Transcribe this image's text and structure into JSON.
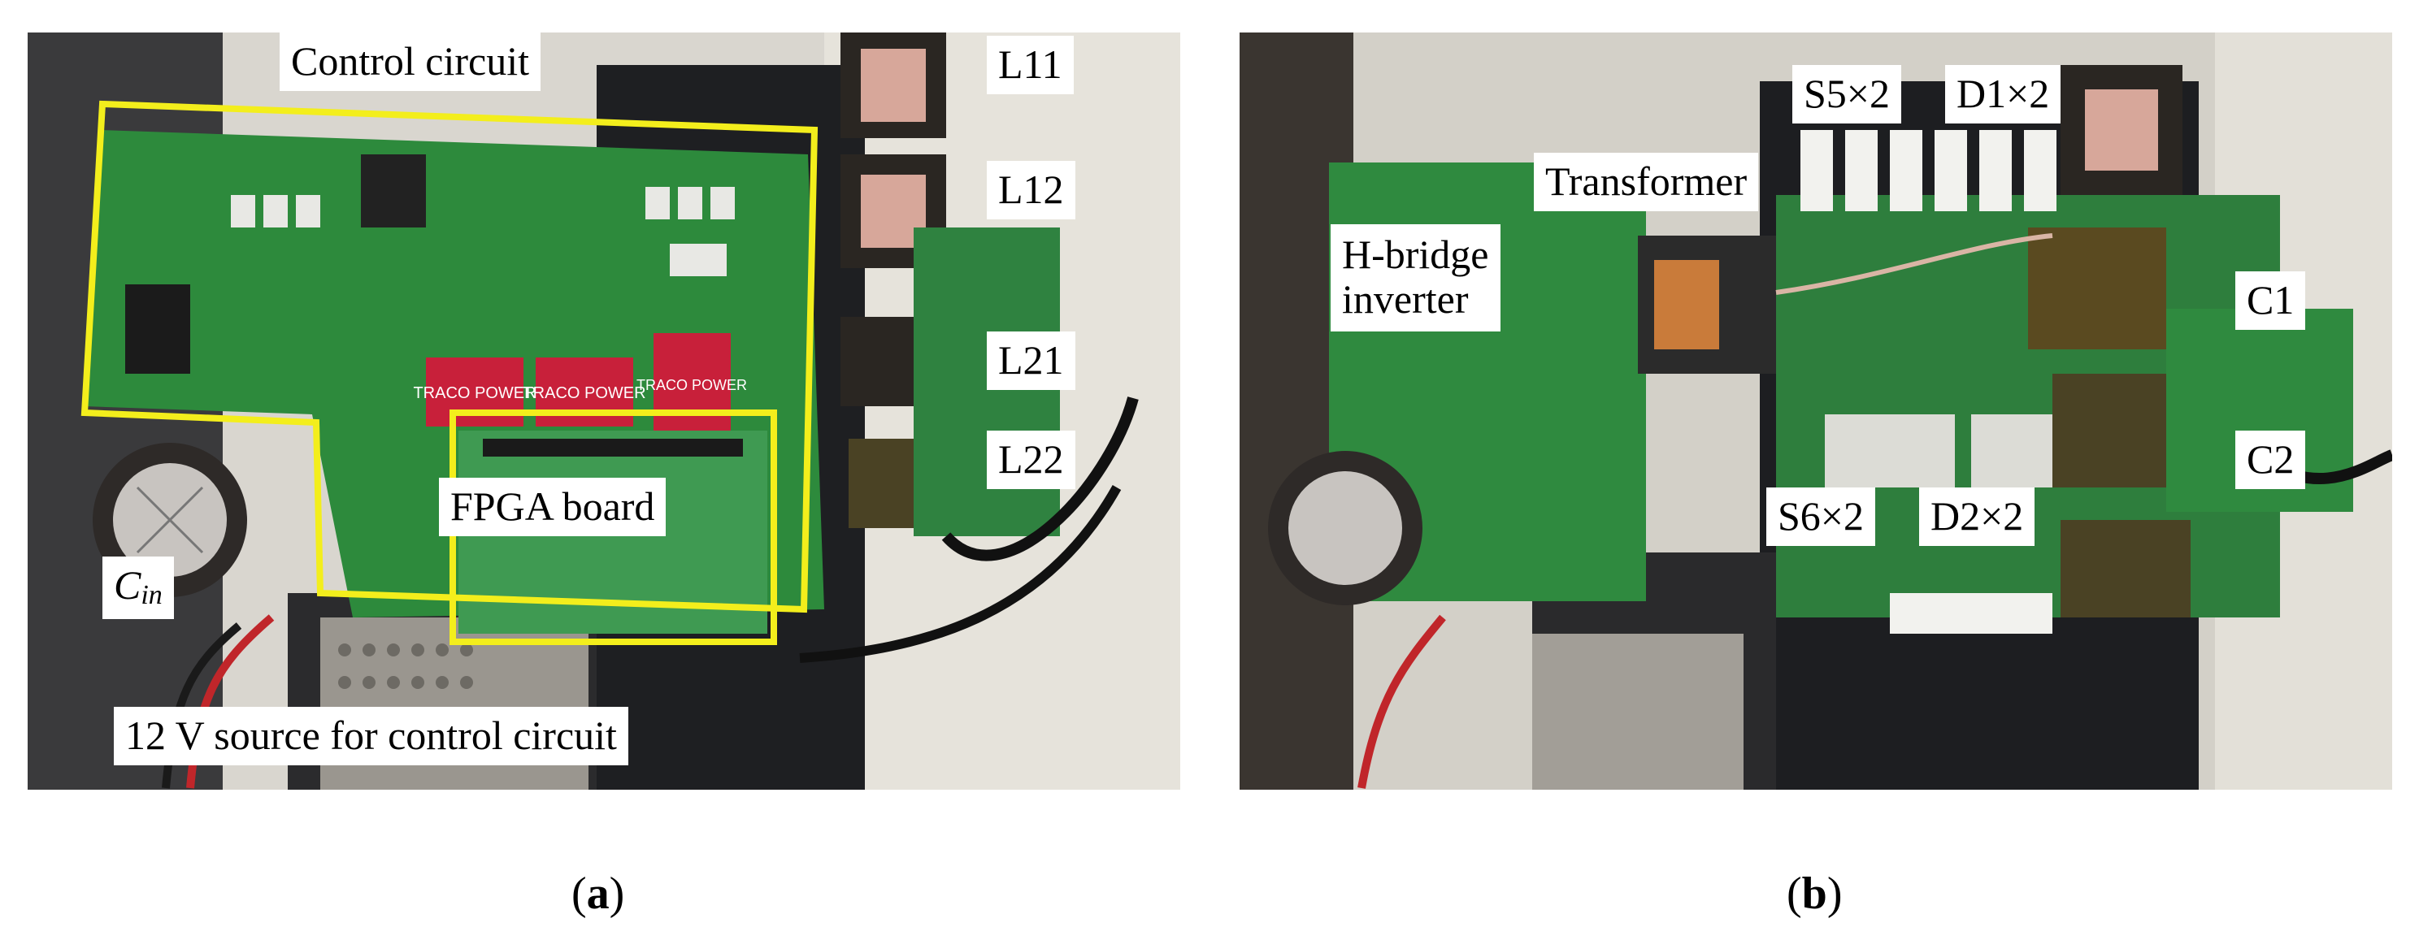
{
  "panel_a": {
    "labels": {
      "control_circuit": "Control circuit",
      "l11": "L11",
      "l12": "L12",
      "l21": "L21",
      "l22": "L22",
      "fpga_board": "FPGA board",
      "cin_main": "C",
      "cin_sub": "in",
      "source_12v": "12 V source for control circuit"
    },
    "chips": [
      "TRACO POWER",
      "TRACO POWER",
      "TRACO POWER"
    ],
    "outline_color": "#f3ee1c",
    "board_color": "#2d8a3c"
  },
  "panel_b": {
    "labels": {
      "s5": "S5×2",
      "d1": "D1×2",
      "transformer": "Transformer",
      "hbridge_1": "H-bridge",
      "hbridge_2": "inverter",
      "c1": "C1",
      "c2": "C2",
      "s6": "S6×2",
      "d2": "D2×2"
    },
    "board_color": "#2f8a3f"
  },
  "captions": {
    "a": "a",
    "b": "b"
  }
}
